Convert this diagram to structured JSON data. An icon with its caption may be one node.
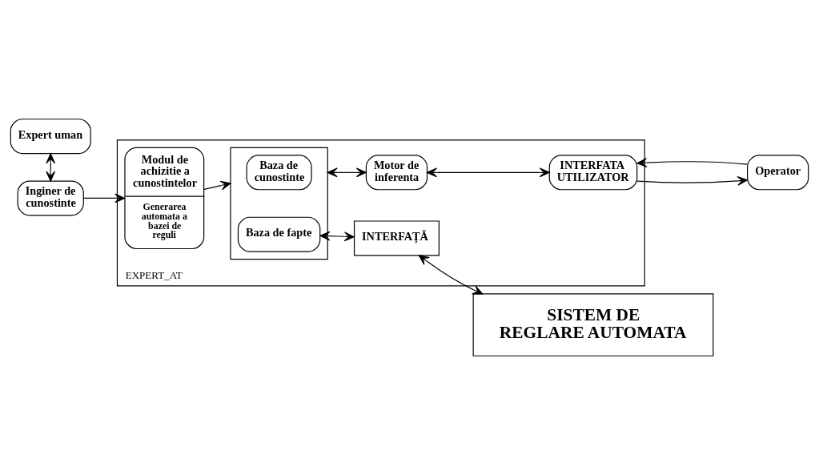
{
  "diagram": {
    "nodes": [
      {
        "text": [
          "Expert uman"
        ]
      },
      {
        "text": [
          "Inginer de cunostinte"
        ]
      },
      {
        "text": [
          "EXPERT_AT"
        ]
      },
      {
        "text": [
          "Modul de achizitie a cunostintelor",
          "Generarea automata a bazei de reguli"
        ],
        "in": 2
      },
      {
        "text": [],
        "shape": "box",
        "in": 2
      },
      {
        "text": [
          "Baza de cunostinte"
        ],
        "in": 4
      },
      {
        "text": [
          "Baza de fapte"
        ],
        "in": 4
      },
      {
        "text": [
          "Motor de inferenta"
        ],
        "in": 2
      },
      {
        "text": [
          "INTERFATA UTILIZATOR"
        ],
        "in": 2
      },
      {
        "text": [
          "Operator"
        ]
      },
      {
        "text": [
          "INTERFAȚĂ"
        ],
        "in": 2
      },
      {
        "text": [
          "SISTEM DE REGLARE AUTOMATA"
        ]
      }
    ],
    "edges": [
      {
        "from": 0,
        "to": 1,
        "arrow": "both"
      },
      {
        "from": 1,
        "to": 3,
        "arrow": "to"
      },
      {
        "from": 3,
        "to": 4,
        "arrow": "to"
      },
      {
        "from": 4,
        "to": 7,
        "arrow": "both"
      },
      {
        "from": 7,
        "to": 8,
        "arrow": "both"
      },
      {
        "from": 8,
        "to": 9,
        "arrow": "to"
      },
      {
        "from": 9,
        "to": 8,
        "arrow": "to"
      },
      {
        "from": 6,
        "to": 10,
        "arrow": "both"
      },
      {
        "from": 10,
        "to": 11,
        "arrow": "both"
      }
    ]
  }
}
